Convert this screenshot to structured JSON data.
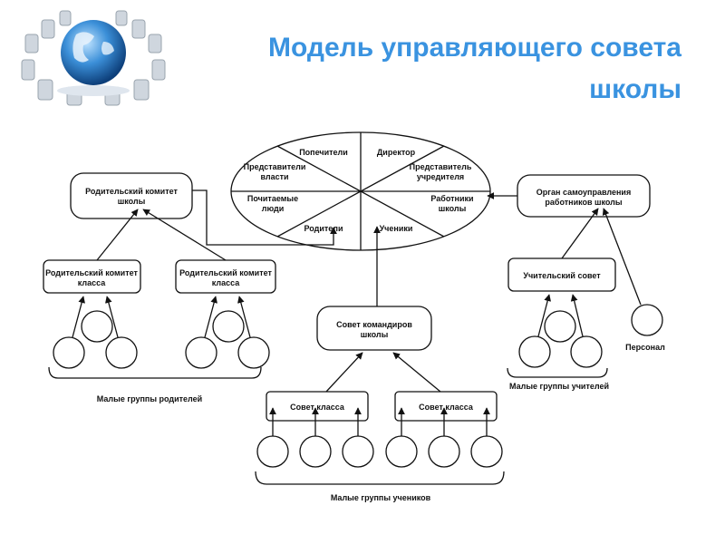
{
  "title": {
    "line1": "Модель управляющего совета",
    "line2": "школы"
  },
  "ellipse": {
    "sectors": [
      "Попечители",
      "Директор",
      "Представитель учредителя",
      "Работники школы",
      "Ученики",
      "Родители",
      "Почитаемые люди",
      "Представители власти"
    ]
  },
  "nodes": {
    "parent_committee_school": "Родительский комитет школы",
    "parent_committee_class_1": "Родительский комитет класса",
    "parent_committee_class_2": "Родительский комитет класса",
    "student_commanders_council": "Совет командиров школы",
    "class_council_1": "Совет класса",
    "class_council_2": "Совет класса",
    "staff_self_government": "Орган самоуправления работников школы",
    "teachers_council": "Учительский совет",
    "personnel": "Персонал"
  },
  "groups": {
    "parents": "Малые группы родителей",
    "students": "Малые группы учеников",
    "teachers": "Малые группы учителей"
  },
  "colors": {
    "title": "#3a93e0",
    "lines": "#111111"
  }
}
